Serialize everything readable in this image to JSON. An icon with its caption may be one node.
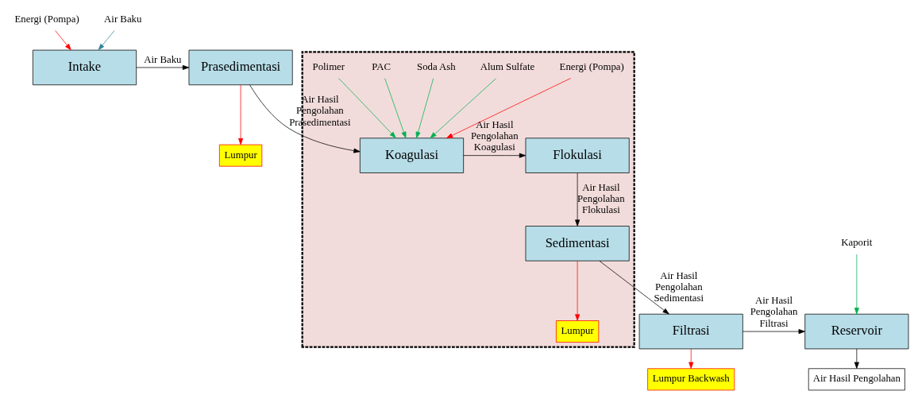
{
  "diagram": {
    "nodes": [
      {
        "text": [
          "Energi (Pompa)"
        ]
      },
      {
        "text": [
          "Air Baku"
        ]
      },
      {
        "text": [
          "Intake"
        ]
      },
      {
        "text": [
          "Prasedimentasi"
        ]
      },
      {
        "text": [
          "Lumpur"
        ]
      },
      {
        "text": [],
        "shape": "box"
      },
      {
        "text": [
          "Energi (Pompa)"
        ],
        "in": 5
      },
      {
        "text": [
          "Alum Sulfate"
        ],
        "in": 5
      },
      {
        "text": [
          "Soda Ash"
        ],
        "in": 5
      },
      {
        "text": [
          "PAC"
        ],
        "in": 5
      },
      {
        "text": [
          "Polimer"
        ],
        "in": 5
      },
      {
        "text": [
          "Koagulasi"
        ],
        "in": 5
      },
      {
        "text": [
          "Flokulasi"
        ],
        "in": 5
      },
      {
        "text": [
          "Kaporit"
        ]
      },
      {
        "text": [
          "Reservoir"
        ]
      },
      {
        "text": [
          "Filtrasi"
        ]
      },
      {
        "text": [
          "Sedimentasi"
        ],
        "in": 5
      },
      {
        "text": [
          "Air Hasil Pengolahan"
        ]
      },
      {
        "text": [
          "Lumpur Backwash"
        ]
      },
      {
        "text": [
          "Lumpur"
        ],
        "in": 5
      }
    ],
    "edges": [
      {
        "from": 0,
        "to": 2,
        "arrow": "to",
        "color": "#ff0000"
      },
      {
        "from": 1,
        "to": 2,
        "arrow": "to",
        "color": "#31849b"
      },
      {
        "from": 2,
        "to": 3,
        "arrow": "to",
        "label": "Air Baku"
      },
      {
        "from": 3,
        "to": 4,
        "arrow": "to",
        "color": "#ff0000"
      },
      {
        "from": 3,
        "to": 11,
        "arrow": "to",
        "label": "Air Hasil Pengolahan Prasedimentasi"
      },
      {
        "from": 6,
        "to": 11,
        "arrow": "to",
        "color": "#ff0000"
      },
      {
        "from": 7,
        "to": 11,
        "arrow": "to",
        "color": "#00b050"
      },
      {
        "from": 8,
        "to": 11,
        "arrow": "to",
        "color": "#00b050"
      },
      {
        "from": 9,
        "to": 11,
        "arrow": "to",
        "color": "#00b050"
      },
      {
        "from": 10,
        "to": 11,
        "arrow": "to",
        "color": "#00b050"
      },
      {
        "from": 11,
        "to": 12,
        "arrow": "to",
        "label": "Air Hasil Pengolahan Koagulasi"
      },
      {
        "from": 12,
        "to": 16,
        "arrow": "to",
        "label": "Air Hasil Pengolahan Flokulasi"
      },
      {
        "from": 16,
        "to": 15,
        "arrow": "to",
        "label": "Air Hasil Pengolahan Sedimentasi"
      },
      {
        "from": 15,
        "to": 14,
        "arrow": "to",
        "label": "Air Hasil Pengolahan Filtrasi"
      },
      {
        "from": 13,
        "to": 14,
        "arrow": "to",
        "color": "#00b050"
      },
      {
        "from": 14,
        "to": 17,
        "arrow": "to"
      },
      {
        "from": 15,
        "to": 18,
        "arrow": "to",
        "color": "#ff0000"
      },
      {
        "from": 16,
        "to": 19,
        "arrow": "to",
        "color": "#ff0000"
      }
    ]
  }
}
